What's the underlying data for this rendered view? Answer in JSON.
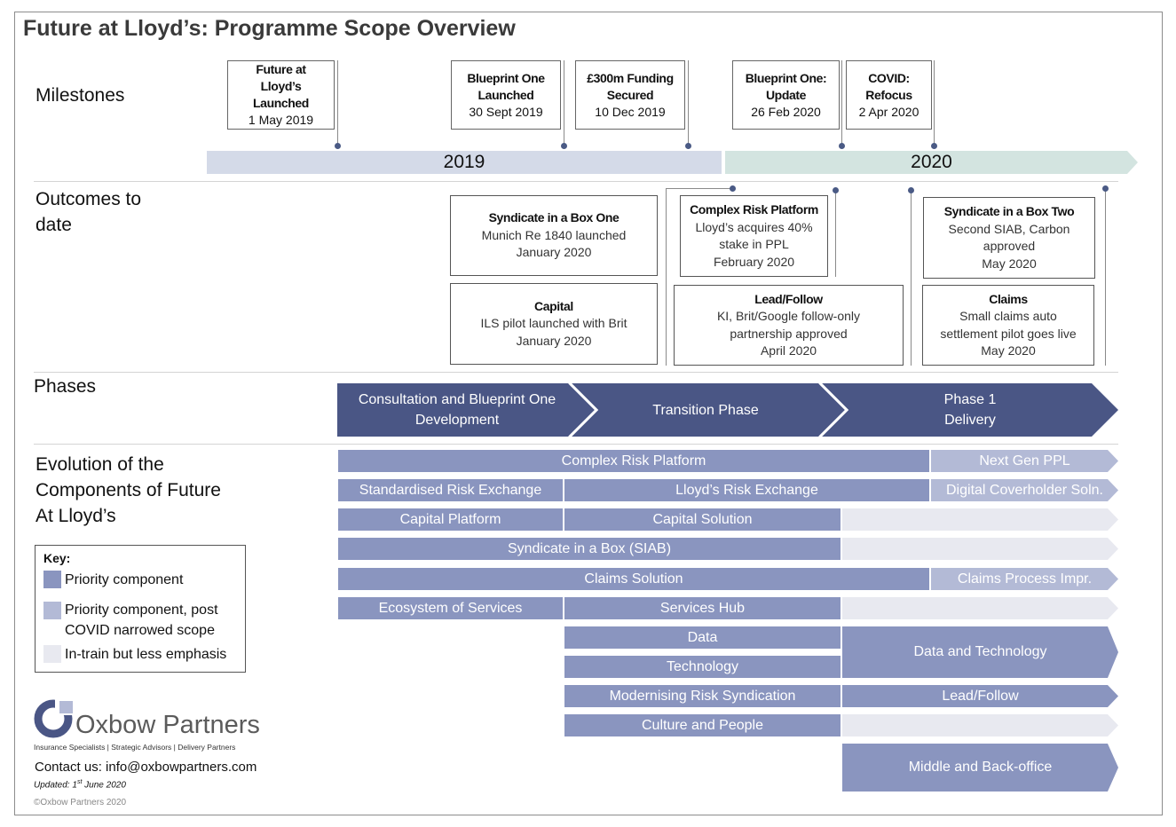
{
  "title": "Future at Lloyd’s: Programme Scope Overview",
  "row_labels": {
    "milestones": "Milestones",
    "outcomes_line1": "Outcomes to",
    "outcomes_line2": "date",
    "phases": "Phases",
    "evolution_line1": "Evolution of the",
    "evolution_line2": "Components of Future",
    "evolution_line3": "At Lloyd’s"
  },
  "milestones": [
    {
      "title_line1": "Future at",
      "title_line2": "Lloyd’s",
      "title_line3": "Launched",
      "date": "1 May 2019"
    },
    {
      "title_line1": "Blueprint One",
      "title_line2": "Launched",
      "date": "30 Sept 2019"
    },
    {
      "title_line1": "£300m Funding",
      "title_line2": "Secured",
      "date": "10 Dec 2019"
    },
    {
      "title_line1": "Blueprint One:",
      "title_line2": "Update",
      "date": "26 Feb 2020"
    },
    {
      "title_line1": "COVID:",
      "title_line2": "Refocus",
      "date": "2 Apr 2020"
    }
  ],
  "timeline": {
    "year1": "2019",
    "year2": "2020",
    "color_2019": "#d4dae8",
    "color_2020": "#d3e4e0"
  },
  "outcomes": [
    {
      "title": "Syndicate in a Box One",
      "line1": "Munich Re 1840 launched",
      "date": "January 2020"
    },
    {
      "title": "Capital",
      "line1": "ILS pilot launched with Brit",
      "date": "January 2020"
    },
    {
      "title": "Complex Risk Platform",
      "line1": "Lloyd’s acquires 40%",
      "line2": "stake in PPL",
      "date": "February 2020"
    },
    {
      "title": "Lead/Follow",
      "line1": "KI, Brit/Google follow-only",
      "line2": "partnership approved",
      "date": "April 2020"
    },
    {
      "title": "Syndicate in a Box Two",
      "line1": "Second SIAB, Carbon",
      "line2": "approved",
      "date": "May 2020"
    },
    {
      "title": "Claims",
      "line1": "Small claims auto",
      "line2": "settlement pilot goes live",
      "date": "May 2020"
    }
  ],
  "phases": [
    {
      "line1": "Consultation and Blueprint One",
      "line2": "Development"
    },
    {
      "line1": "Transition Phase"
    },
    {
      "line1": "Phase 1",
      "line2": "Delivery"
    }
  ],
  "phase_color": "#4a5685",
  "components": {
    "complex_risk_platform": "Complex Risk Platform",
    "next_gen_ppl": "Next Gen PPL",
    "standardised_risk_exchange": "Standardised Risk Exchange",
    "lloyds_risk_exchange": "Lloyd’s Risk Exchange",
    "digital_coverholder": "Digital Coverholder Soln.",
    "capital_platform": "Capital Platform",
    "capital_solution": "Capital Solution",
    "siab": "Syndicate in a Box (SIAB)",
    "claims_solution": "Claims Solution",
    "claims_process": "Claims Process Impr.",
    "ecosystem_of_services": "Ecosystem of Services",
    "services_hub": "Services Hub",
    "data": "Data",
    "technology": "Technology",
    "data_and_technology": "Data and Technology",
    "modernising_risk_syndication": "Modernising Risk Syndication",
    "lead_follow": "Lead/Follow",
    "culture_and_people": "Culture and People",
    "middle_back_office": "Middle and Back-office"
  },
  "key": {
    "title": "Key:",
    "priority": "Priority component",
    "post_covid_line1": "Priority component, post",
    "post_covid_line2": "COVID narrowed scope",
    "in_train": "In-train but less emphasis"
  },
  "colors": {
    "priority": "#8a95bf",
    "post_covid": "#b3bad6",
    "in_train": "#e8e9f0"
  },
  "footer": {
    "brand": "Oxbow Partners",
    "tagline": "Insurance Specialists | Strategic Advisors | Delivery Partners",
    "contact": "Contact us: info@oxbowpartners.com",
    "updated_prefix": "Updated: 1",
    "updated_sup": "st",
    "updated_suffix": " June 2020",
    "copyright": "©Oxbow Partners 2020"
  }
}
